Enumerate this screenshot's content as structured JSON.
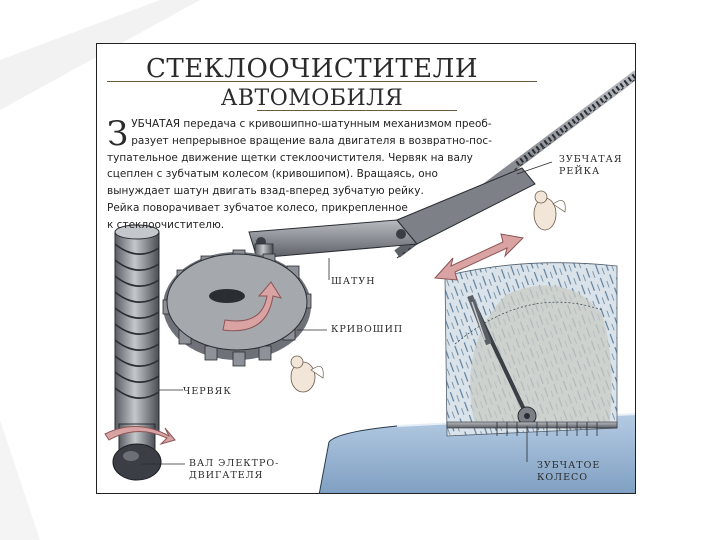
{
  "title": {
    "line1": "СТЕКЛООЧИСТИТЕЛИ",
    "line2": "АВТОМОБИЛЯ"
  },
  "description": {
    "initial": "З",
    "lines": [
      "УБЧАТАЯ передача с кривошипно-шатунным механизмом преоб-",
      "разует непрерывное вращение вала двигателя в возвратно-пос-",
      "тупательное движение щетки стеклоочистителя. Червяк на валу",
      "сцеплен с зубчатым колесом (кривошипом). Вращаясь, оно",
      "вынуждает шатун двигать взад-вперед зубчатую рейку.",
      "Рейка поворачивает зубчатое колесо, прикрепленное",
      "к стеклоочистителю."
    ]
  },
  "labels": {
    "rack_line1": "ЗУБЧАТАЯ",
    "rack_line2": "РЕЙКА",
    "rod": "ШАТУН",
    "crank": "КРИВОШИП",
    "worm": "ЧЕРВЯК",
    "shaft_line1": "ВАЛ ЭЛЕКТРО-",
    "shaft_line2": "ДВИГАТЕЛЯ",
    "gear_line1": "ЗУБЧАТОЕ",
    "gear_line2": "КОЛЕСО"
  },
  "icons": [
    "page-stripe-icon",
    "worm-shaft-icon",
    "crank-gear-icon",
    "rotation-arrow-icon",
    "connecting-rod-icon",
    "rack-icon",
    "double-arrow-icon",
    "windshield-icon",
    "wiper-arm-icon",
    "wiper-gear-icon",
    "car-hood-icon",
    "cherub-icon"
  ],
  "colors": {
    "metal": "#8a8e93",
    "metal_dark": "#4a4e54",
    "arrow": "#c98a8a",
    "glass": "#7f9fb8",
    "hood": "#9fb9d6",
    "text": "#2b2b2b",
    "rule": "#6b5a3a"
  }
}
